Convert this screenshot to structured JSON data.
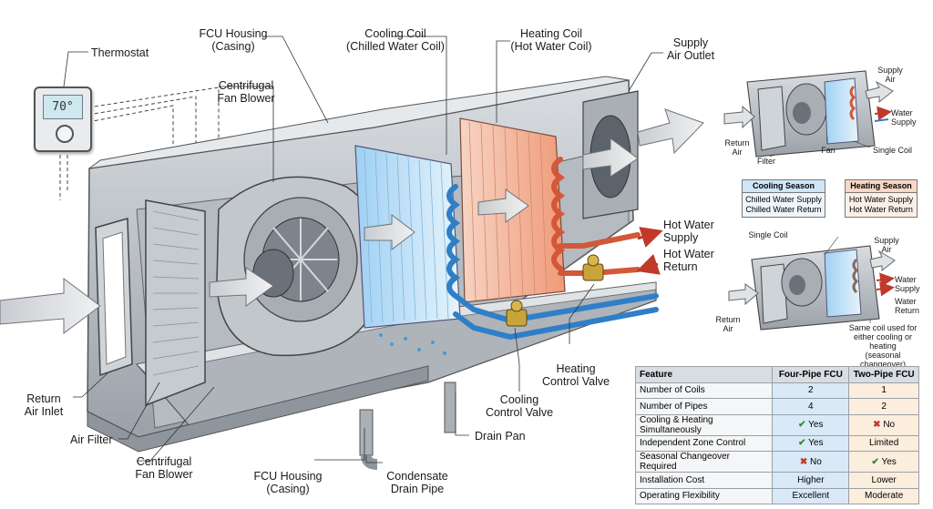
{
  "thermostat": {
    "display": "70°"
  },
  "labels": {
    "thermostat": "Thermostat",
    "fcu_housing_top": "FCU Housing\n(Casing)",
    "fan_blower_top": "Centrifugal\nFan Blower",
    "cooling_coil": "Cooling Coil\n(Chilled Water Coil)",
    "heating_coil": "Heating Coil\n(Hot Water Coil)",
    "supply_air_outlet": "Supply\nAir Outlet",
    "hot_water_supply": "Hot Water\nSupply",
    "hot_water_return": "Hot Water\nReturn",
    "heating_control_valve": "Heating\nControl Valve",
    "cooling_control_valve": "Cooling\nControl Valve",
    "drain_pan": "Drain Pan",
    "return_air_inlet": "Return\nAir Inlet",
    "air_filter": "Air Filter",
    "fan_blower_bottom": "Centrifugal\nFan Blower",
    "fcu_housing_bottom": "FCU Housing\n(Casing)",
    "condensate_drain_pipe": "Condensate\nDrain Pipe"
  },
  "mini_four_pipe": {
    "supply_air": "Supply\nAir",
    "water_supply": "Water\nSupply",
    "return_air": "Return\nAir",
    "filter": "Filter",
    "fan": "Fan",
    "single_coil": "Single Coil"
  },
  "seasons": {
    "cooling": {
      "title": "Cooling Season",
      "lines": "Chilled Water Supply\nChilled Water Return"
    },
    "heating": {
      "title": "Heating Season",
      "lines": "Hot Water Supply\nHot Water Return"
    }
  },
  "mini_two_pipe": {
    "single_coil": "Single Coil",
    "supply_air": "Supply\nAir",
    "water_supply": "Water\nSupply",
    "water_return": "Water\nReturn",
    "return_air": "Return\nAir",
    "note": "Same coil used for\neither cooling or heating\n(seasonal changeover)"
  },
  "icons": {
    "check": "✔",
    "cross": "✖"
  },
  "table": {
    "headers": [
      "Feature",
      "Four-Pipe FCU",
      "Two-Pipe FCU"
    ],
    "rows": [
      {
        "feature": "Number of Coils",
        "four_pipe": "2",
        "two_pipe": "1"
      },
      {
        "feature": "Number of Pipes",
        "four_pipe": "4",
        "two_pipe": "2"
      },
      {
        "feature": "Cooling & Heating Simultaneously",
        "four_pipe": "Yes",
        "two_pipe": "No"
      },
      {
        "feature": "Independent Zone Control",
        "four_pipe": "Yes",
        "two_pipe": "Limited"
      },
      {
        "feature": "Seasonal Changeover Required",
        "four_pipe": "No",
        "two_pipe": "Yes"
      },
      {
        "feature": "Installation Cost",
        "four_pipe": "Higher",
        "two_pipe": "Lower"
      },
      {
        "feature": "Operating Flexibility",
        "four_pipe": "Excellent",
        "two_pipe": "Moderate"
      }
    ]
  }
}
